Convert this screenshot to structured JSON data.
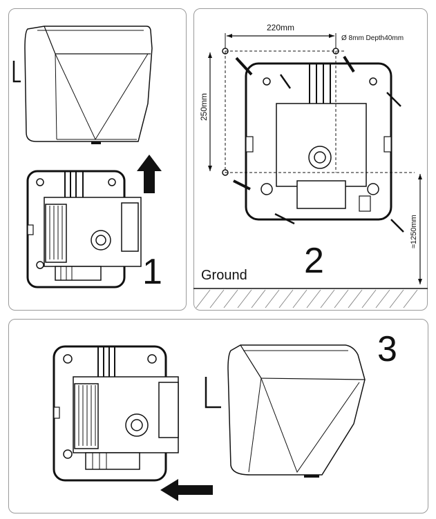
{
  "steps": {
    "step1": {
      "number": "1"
    },
    "step2": {
      "number": "2"
    },
    "step3": {
      "number": "3"
    }
  },
  "dimensions": {
    "hole_spacing_horizontal": "220mm",
    "hole_spec": "Ø 8mm  Depth40mm",
    "hole_spacing_vertical": "250mm",
    "mount_height": "≈1250mm"
  },
  "labels": {
    "ground": "Ground"
  },
  "colors": {
    "line": "#111111",
    "panel_border": "#9a9a9a",
    "arrow": "#111111"
  },
  "icons": {
    "up_arrow": "up-arrow-icon",
    "left_arrow": "left-arrow-icon",
    "hex_key": "hex-key-icon",
    "screw": "screw-icon"
  }
}
